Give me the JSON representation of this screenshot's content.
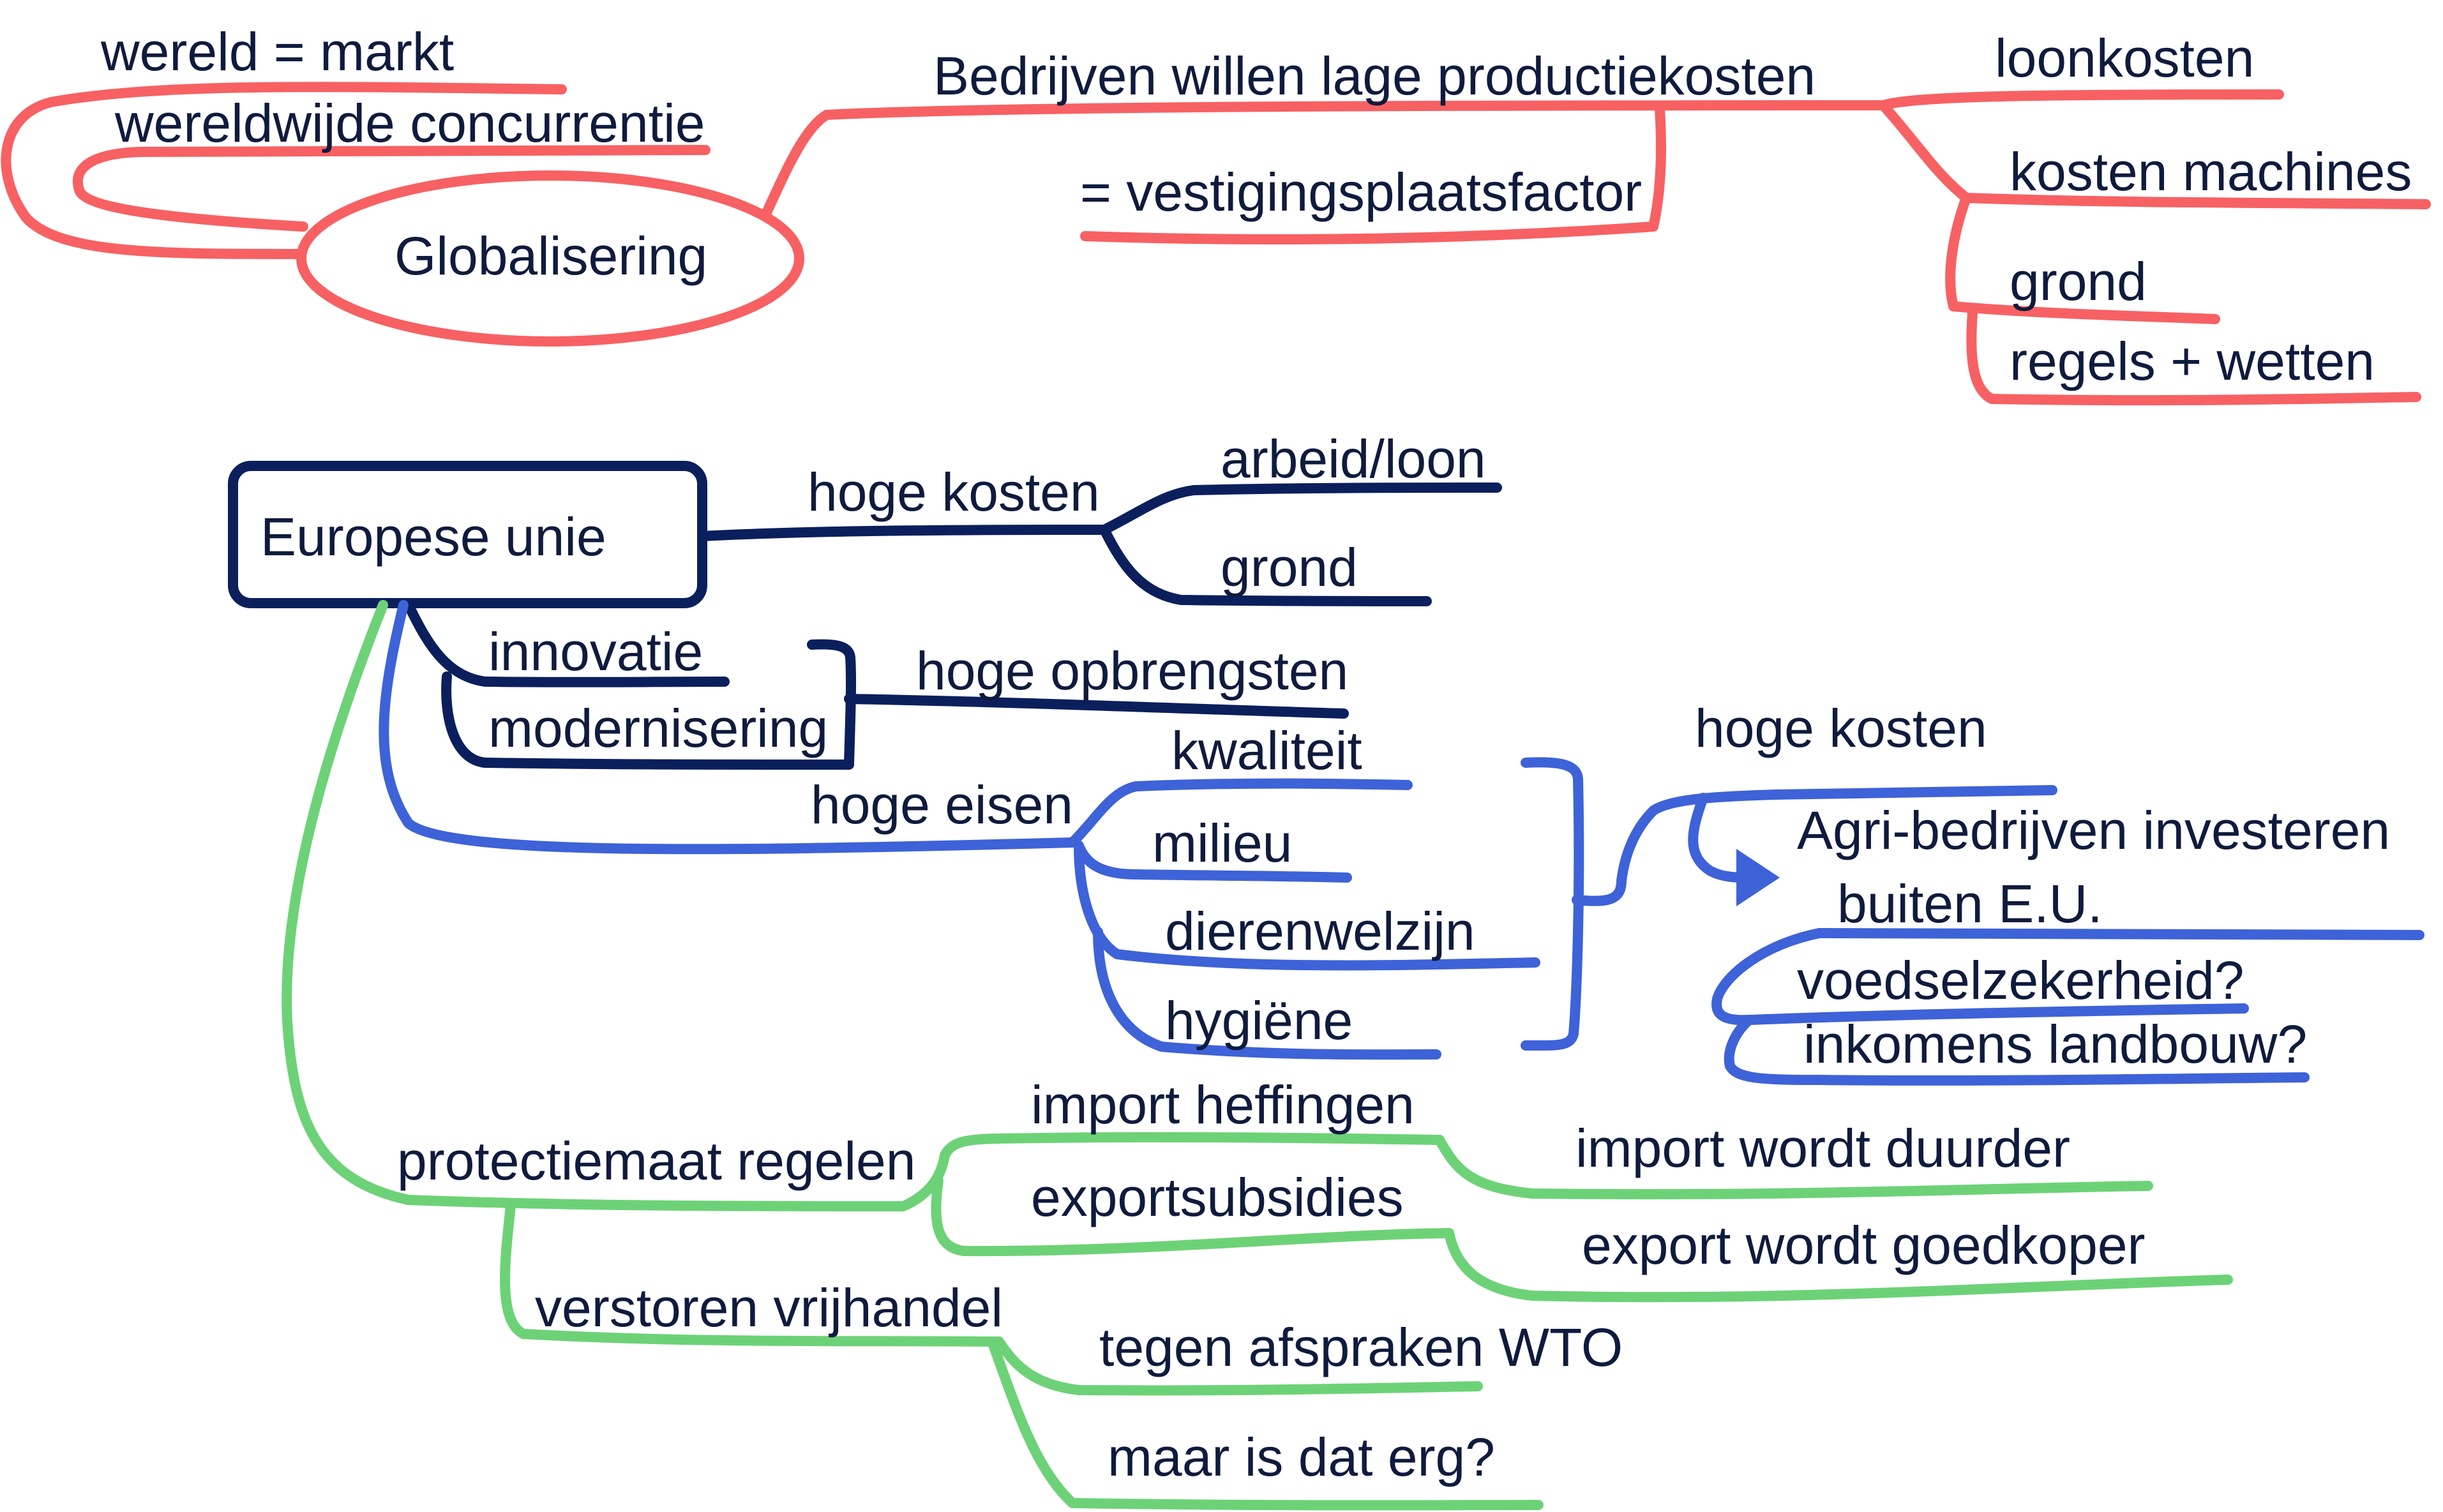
{
  "colors": {
    "globalisering": "#f76163",
    "eu_structure": "#0b1f5c",
    "requirements": "#3e62d8",
    "protection": "#6dd277",
    "text": "#0f1b3d"
  },
  "globalisering": {
    "center": "Globalisering",
    "wereld_markt": "wereld = markt",
    "concurrentie": "wereldwijde concurrentie",
    "bedrijven": "Bedrijven willen lage productiekosten",
    "vestigingsplaats": "= vestigingsplaatsfactor",
    "factors": [
      "loonkosten",
      "kosten machines",
      "grond",
      "regels + wetten"
    ]
  },
  "eu": {
    "center": "Europese unie",
    "hoge_kosten": "hoge kosten",
    "kosten_items": [
      "arbeid/loon",
      "grond"
    ],
    "innovatie": "innovatie",
    "modernisering": "modernisering",
    "opbrengsten": "hoge opbrengsten"
  },
  "eisen": {
    "label": "hoge eisen",
    "items": [
      "kwaliteit",
      "milieu",
      "dierenwelzijn",
      "hygiëne"
    ],
    "result": "hoge kosten",
    "investeren_1": "Agri-bedrijven investeren",
    "investeren_2": "buiten E.U.",
    "questions": [
      "voedselzekerheid?",
      "inkomens landbouw?"
    ]
  },
  "protectie": {
    "label": "protectiemaat regelen",
    "import": "import heffingen",
    "import_effect": "import wordt duurder",
    "export": "exportsubsidies",
    "export_effect": "export wordt goedkoper",
    "vrijhandel": "verstoren vrijhandel",
    "wto": "tegen afspraken WTO",
    "erg": "maar is dat erg?"
  }
}
